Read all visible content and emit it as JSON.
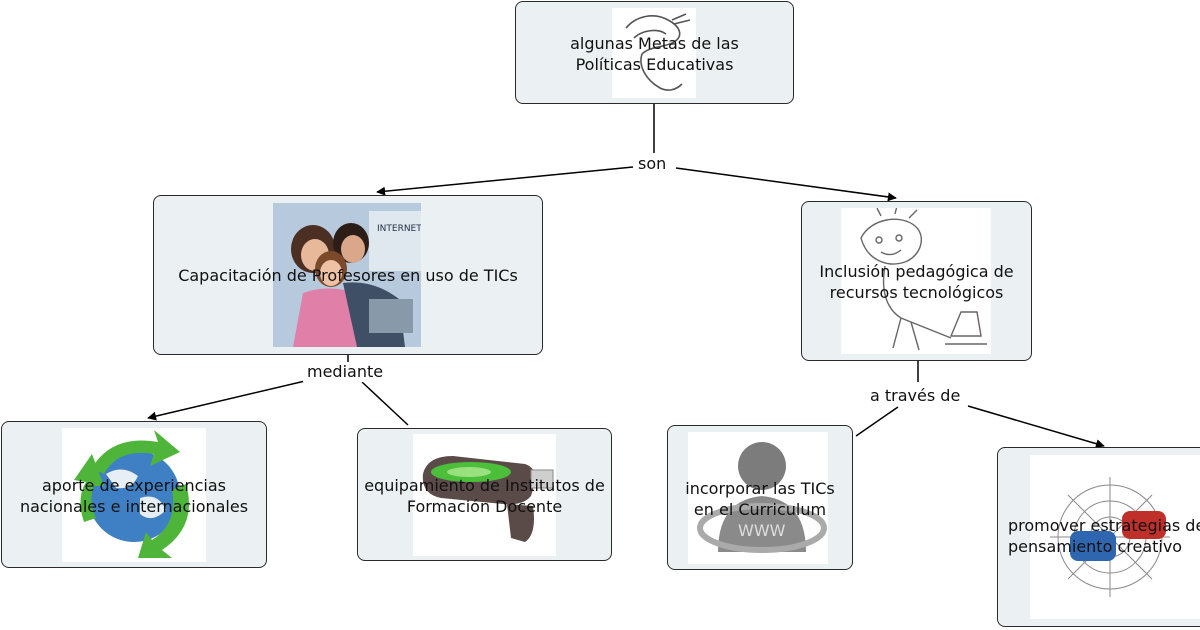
{
  "nodes": {
    "root": "algunas Metas de las Políticas Educativas",
    "capacitacion": "Capacitación de Profesores en uso de TICs",
    "inclusion": "Inclusión pedagógica de recursos tecnológicos",
    "aporte": "aporte de experiencias nacionales e internacionales",
    "equipamiento": "equipamiento de Institutos de Formación Docente",
    "incorporar": "incorporar las TICs en el Curriculum",
    "promover": "promover estrategias de pensamiento creativo"
  },
  "links": {
    "son": "son",
    "mediante": "mediante",
    "a_traves_de": "a través de"
  },
  "icons": {
    "root": "hand-drawing-icon",
    "capacitacion": "family-at-computer-photo",
    "inclusion": "cartoon-person-at-laptop-icon",
    "aporte": "recycling-globe-icon",
    "equipamiento": "usb-flash-drive-icon",
    "incorporar": "www-user-icon",
    "promover": "chat-bubbles-web-icon"
  },
  "colors": {
    "node_fill": "#ebf1f3",
    "node_border": "#2a2a2a"
  }
}
